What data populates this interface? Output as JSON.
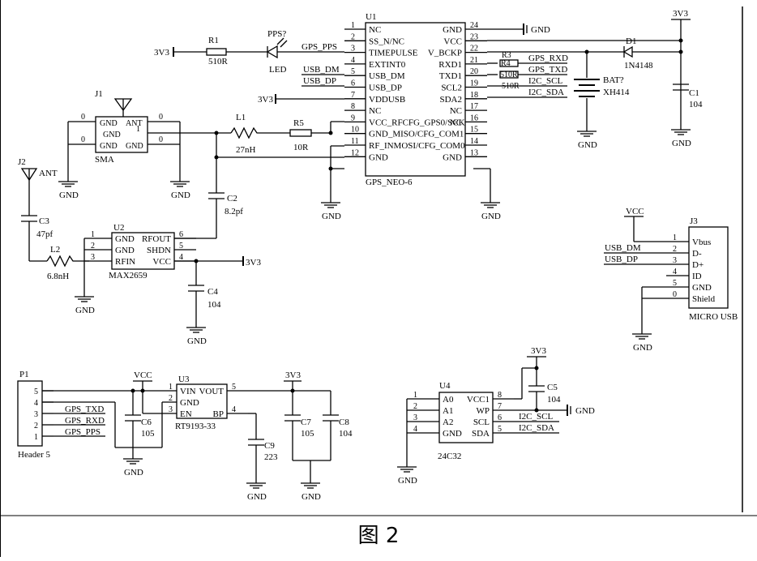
{
  "caption": "图 2",
  "nets": {
    "v3": "3V3",
    "vcc": "VCC",
    "gnd": "GND",
    "ant": "ANT",
    "gps_pps": "GPS_PPS",
    "gps_rxd": "GPS_RXD",
    "gps_txd": "GPS_TXD",
    "usb_dm": "USB_DM",
    "usb_dp": "USB_DP",
    "i2c_scl": "I2C_SCL",
    "i2c_sda": "I2C_SDA"
  },
  "u1": {
    "ref": "U1",
    "name": "GPS_NEO-6",
    "left_pins": [
      {
        "num": "1",
        "name": "NC"
      },
      {
        "num": "2",
        "name": "SS_N/NC"
      },
      {
        "num": "3",
        "name": "TIMEPULSE"
      },
      {
        "num": "4",
        "name": "EXTINT0"
      },
      {
        "num": "5",
        "name": "USB_DM"
      },
      {
        "num": "6",
        "name": "USB_DP"
      },
      {
        "num": "7",
        "name": "VDDUSB"
      },
      {
        "num": "8",
        "name": "NC"
      },
      {
        "num": "9",
        "name": "VCC_RFCFG_GPS0/SCK"
      },
      {
        "num": "10",
        "name": "GND_MISO/CFG_COM1"
      },
      {
        "num": "11",
        "name": "RF_INMOSI/CFG_COM0"
      },
      {
        "num": "12",
        "name": "GND"
      }
    ],
    "right_pins": [
      {
        "num": "24",
        "name": "GND"
      },
      {
        "num": "23",
        "name": "VCC"
      },
      {
        "num": "22",
        "name": "V_BCKP"
      },
      {
        "num": "21",
        "name": "RXD1"
      },
      {
        "num": "20",
        "name": "TXD1"
      },
      {
        "num": "19",
        "name": "SCL2"
      },
      {
        "num": "18",
        "name": "SDA2"
      },
      {
        "num": "17",
        "name": "NC"
      },
      {
        "num": "16",
        "name": "NC"
      },
      {
        "num": "15",
        "name": ""
      },
      {
        "num": "14",
        "name": ""
      },
      {
        "num": "13",
        "name": "GND"
      }
    ]
  },
  "r1": {
    "ref": "R1",
    "value": "510R"
  },
  "pps": {
    "ref": "PPS?",
    "value": "LED"
  },
  "r3": {
    "ref": "R3"
  },
  "r4": {
    "ref": "R4",
    "value": "510R"
  },
  "r4b": {
    "value": "510R"
  },
  "d1": {
    "ref": "D1",
    "value": "1N4148"
  },
  "bat": {
    "ref": "BAT?",
    "value": "XH414"
  },
  "c1": {
    "ref": "C1",
    "value": "104"
  },
  "j1": {
    "ref": "J1",
    "name": "SMA",
    "p1": "GND",
    "p2": "ANT",
    "p3": "GND",
    "p4": "GND",
    "p5": "GND",
    "n1": "1",
    "z1": "0",
    "z2": "0",
    "z3": "0",
    "z4": "0"
  },
  "l1": {
    "ref": "L1",
    "value": "27nH"
  },
  "r5": {
    "ref": "R5",
    "value": "10R"
  },
  "j2": {
    "ref": "J2"
  },
  "c2": {
    "ref": "C2",
    "value": "8.2pf"
  },
  "c3": {
    "ref": "C3",
    "value": "47pf"
  },
  "l2": {
    "ref": "L2",
    "value": "6.8nH"
  },
  "u2": {
    "ref": "U2",
    "name": "MAX2659",
    "left_pins": [
      {
        "num": "1",
        "name": "GND"
      },
      {
        "num": "2",
        "name": "GND"
      },
      {
        "num": "3",
        "name": "RFIN"
      }
    ],
    "right_pins": [
      {
        "num": "6",
        "name": "RFOUT"
      },
      {
        "num": "5",
        "name": "SHDN"
      },
      {
        "num": "4",
        "name": "VCC"
      }
    ]
  },
  "c4": {
    "ref": "C4",
    "value": "104"
  },
  "j3": {
    "ref": "J3",
    "name": "MICRO USB",
    "pins": [
      {
        "num": "1",
        "name": "Vbus"
      },
      {
        "num": "2",
        "name": "D-"
      },
      {
        "num": "3",
        "name": "D+"
      },
      {
        "num": "4",
        "name": "ID"
      },
      {
        "num": "5",
        "name": "GND"
      },
      {
        "num": "0",
        "name": "Shield"
      }
    ]
  },
  "p1": {
    "ref": "P1",
    "name": "Header 5",
    "pins": [
      "5",
      "4",
      "3",
      "2",
      "1"
    ]
  },
  "u3": {
    "ref": "U3",
    "name": "RT9193-33",
    "left_pins": [
      {
        "num": "1",
        "name": "VIN"
      },
      {
        "num": "2",
        "name": "GND"
      },
      {
        "num": "3",
        "name": "EN"
      }
    ],
    "right_pins": [
      {
        "num": "5",
        "name": "VOUT"
      },
      {
        "num": "4",
        "name": "BP"
      }
    ]
  },
  "c6": {
    "ref": "C6",
    "value": "105"
  },
  "c7": {
    "ref": "C7",
    "value": "105"
  },
  "c8": {
    "ref": "C8",
    "value": "104"
  },
  "c9": {
    "ref": "C9",
    "value": "223"
  },
  "u4": {
    "ref": "U4",
    "name": "24C32",
    "left_pins": [
      {
        "num": "1",
        "name": "A0"
      },
      {
        "num": "2",
        "name": "A1"
      },
      {
        "num": "3",
        "name": "A2"
      },
      {
        "num": "4",
        "name": "GND"
      }
    ],
    "right_pins": [
      {
        "num": "8",
        "name": "VCC1"
      },
      {
        "num": "7",
        "name": "WP"
      },
      {
        "num": "6",
        "name": "SCL"
      },
      {
        "num": "5",
        "name": "SDA"
      }
    ]
  },
  "c5": {
    "ref": "C5",
    "value": "104"
  }
}
